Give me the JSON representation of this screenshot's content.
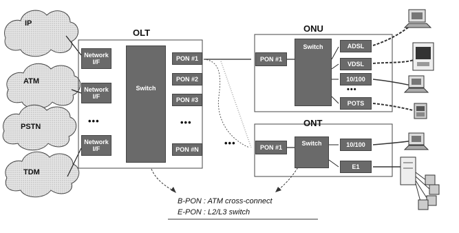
{
  "networks": [
    "IP",
    "ATM",
    "PSTN",
    "TDM"
  ],
  "olt": {
    "title": "OLT",
    "network_if": [
      "Network\nI/F",
      "Network\nI/F",
      "Network\nI/F"
    ],
    "switch_label": "Switch",
    "pon_ports": [
      "PON #1",
      "PON #2",
      "PON #3",
      "PON #N"
    ]
  },
  "onu": {
    "title": "ONU",
    "pon": "PON #1",
    "switch_label": "Switch",
    "ports": [
      "ADSL",
      "VDSL",
      "10/100",
      "POTS"
    ]
  },
  "ont": {
    "title": "ONT",
    "pon": "PON #1",
    "switch_label": "Switch",
    "ports": [
      "10/100",
      "E1"
    ]
  },
  "ellipsis": "•••",
  "notes": {
    "line1": "B-PON : ATM cross-connect",
    "line2": "E-PON : L2/L3 switch"
  },
  "colors": {
    "box_fill": "#6a6a6a",
    "line": "#222222"
  },
  "icons": [
    "cloud-icon",
    "computer-icon",
    "telephone-icon",
    "pbx-icon"
  ]
}
